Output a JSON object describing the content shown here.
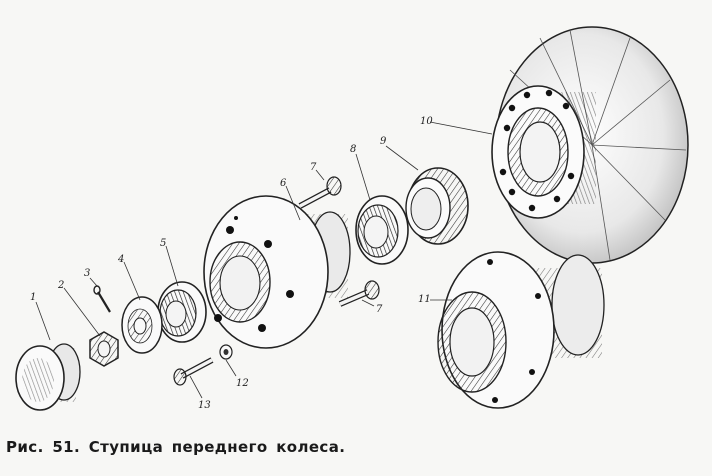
{
  "caption": "Рис. 51. Ступица переднего колеса.",
  "callouts": [
    "1",
    "2",
    "3",
    "4",
    "5",
    "6",
    "7",
    "7",
    "8",
    "9",
    "10",
    "11",
    "12",
    "13"
  ]
}
